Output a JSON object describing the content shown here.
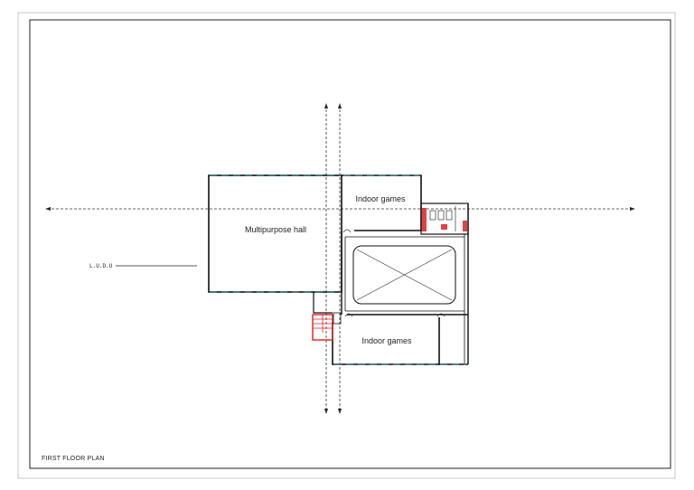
{
  "drawing": {
    "title": "FIRST FLOOR PLAN",
    "scale_marker": "L.U.D.U",
    "rooms": {
      "multipurpose_hall": "Multipurpose hall",
      "indoor_games_top": "Indoor games",
      "indoor_games_bottom": "Indoor games"
    }
  },
  "colors": {
    "line": "#111111",
    "dashed": "#333333",
    "window": "#2a9d9d",
    "stair": "#e02020"
  }
}
